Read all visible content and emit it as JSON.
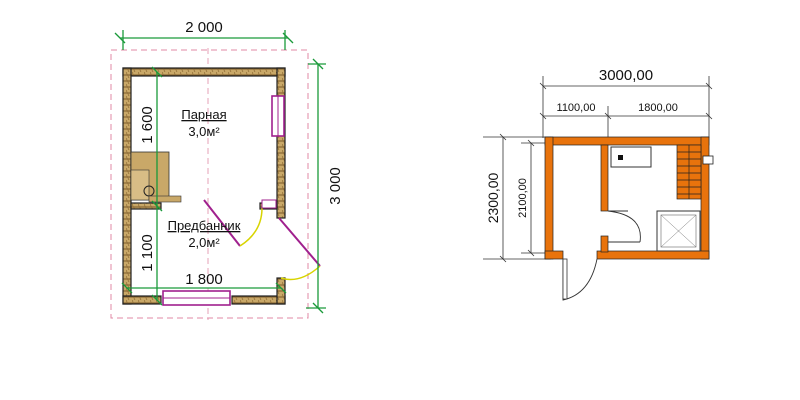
{
  "plan_left": {
    "dims": {
      "top_width": "2 000",
      "right_height": "3 000",
      "left_upper": "1 600",
      "left_lower": "1 100",
      "inner_width": "1 800"
    },
    "rooms": {
      "steam": {
        "name": "Парная",
        "area": "3,0м²"
      },
      "anteroom": {
        "name": "Предбанник",
        "area": "2,0м²"
      }
    }
  },
  "plan_right": {
    "dims": {
      "total_width": "3000,00",
      "left_part": "1100,00",
      "right_part": "1800,00",
      "outer_height": "2300,00",
      "inner_height": "2100,00"
    }
  },
  "colors": {
    "dim_green": "#1a9a3a",
    "wall_orange": "#e8730c",
    "door_magenta": "#a0208e",
    "door_swing": "#d8d400",
    "guide_pink": "#e08aa6"
  }
}
